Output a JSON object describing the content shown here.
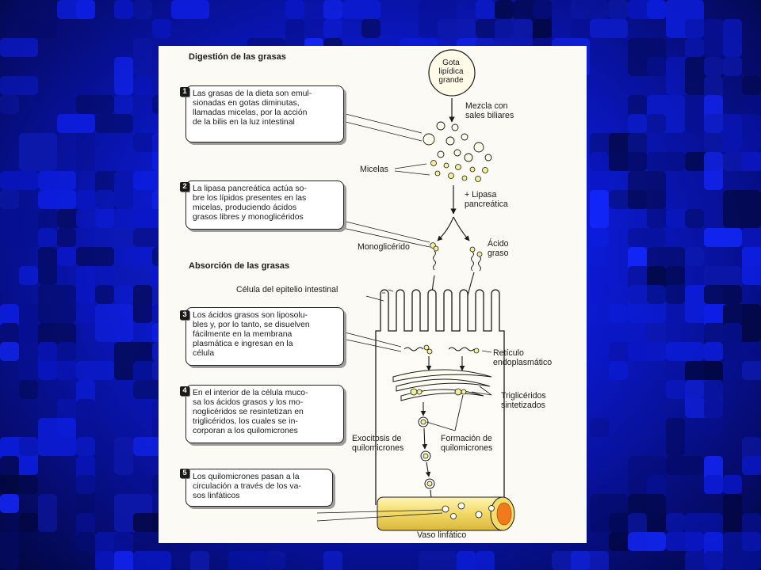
{
  "colors": {
    "panel_bg": "#fbfaf4",
    "micelle_fill": "#f4ef9a",
    "vessel_fill": "#f3dc6a",
    "vessel_end": "#f07a1c",
    "cell_stroke": "#1a1a1a"
  },
  "digestion_title": "Digestión de las grasas",
  "absorption_title": "Absorción de las grasas",
  "steps": [
    {
      "num": "1",
      "lines": [
        "Las grasas de la dieta son emul-",
        "sionadas en gotas diminutas,",
        "llamadas micelas, por la acción",
        "de la bilis en la luz intestinal"
      ]
    },
    {
      "num": "2",
      "lines": [
        "La lipasa pancreática actúa so-",
        "bre los lípidos presentes en las",
        "micelas, produciendo ácidos",
        "grasos libres y monoglicéridos"
      ]
    },
    {
      "num": "3",
      "lines": [
        "Los ácidos grasos son liposolu-",
        "bles y, por lo tanto, se disuelven",
        "fácilmente en la membrana",
        "plasmática e ingresan en la",
        "célula"
      ]
    },
    {
      "num": "4",
      "lines": [
        "En el interior de la célula muco-",
        "sa los ácidos grasos y los mo-",
        "noglicéridos se resintetizan en",
        "triglicéridos, los cuales se in-",
        "corporan a los quilomicrones"
      ]
    },
    {
      "num": "5",
      "lines": [
        "Los quilomicrones pasan a la",
        "circulación a través de los va-",
        "sos linfáticos"
      ]
    }
  ],
  "labels": {
    "gota": [
      "Gota",
      "lipídica",
      "grande"
    ],
    "mezcla": [
      "Mezcla con",
      "sales biliares"
    ],
    "micelas": "Micelas",
    "lipasa": [
      "+ Lipasa",
      "pancreática"
    ],
    "monoglicerido": "Monoglicérido",
    "acido_graso": [
      "Ácido",
      "graso"
    ],
    "celula": "Célula del epitelio intestinal",
    "reticulo": [
      "Retículo",
      "endoplasmático"
    ],
    "trigliceridos": [
      "Triglicéridos",
      "sintetizados"
    ],
    "exocitosis": [
      "Exocitosis de",
      "quilomicrones"
    ],
    "formacion": [
      "Formación de",
      "quilomicrones"
    ],
    "vaso": "Vaso linfático"
  }
}
